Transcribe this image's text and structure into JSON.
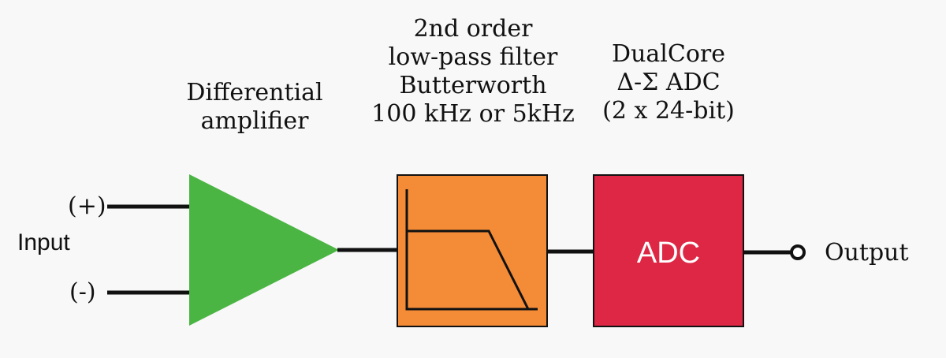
{
  "colors": {
    "amplifier": "#4bb543",
    "filter": "#f48b36",
    "adc": "#dd2745",
    "wire": "#111111"
  },
  "labels": {
    "amplifier": [
      "Differential",
      "amplifier"
    ],
    "filter": [
      "2nd order",
      "low-pass filter",
      "Butterworth",
      "100 kHz or 5kHz"
    ],
    "adc": [
      "DualCore",
      "Δ-Σ ADC",
      "(2 x 24-bit)"
    ]
  },
  "input": {
    "plus": "(+)",
    "minus": "(-)",
    "label": "Input"
  },
  "adc_block_label": "ADC",
  "output_label": "Output"
}
